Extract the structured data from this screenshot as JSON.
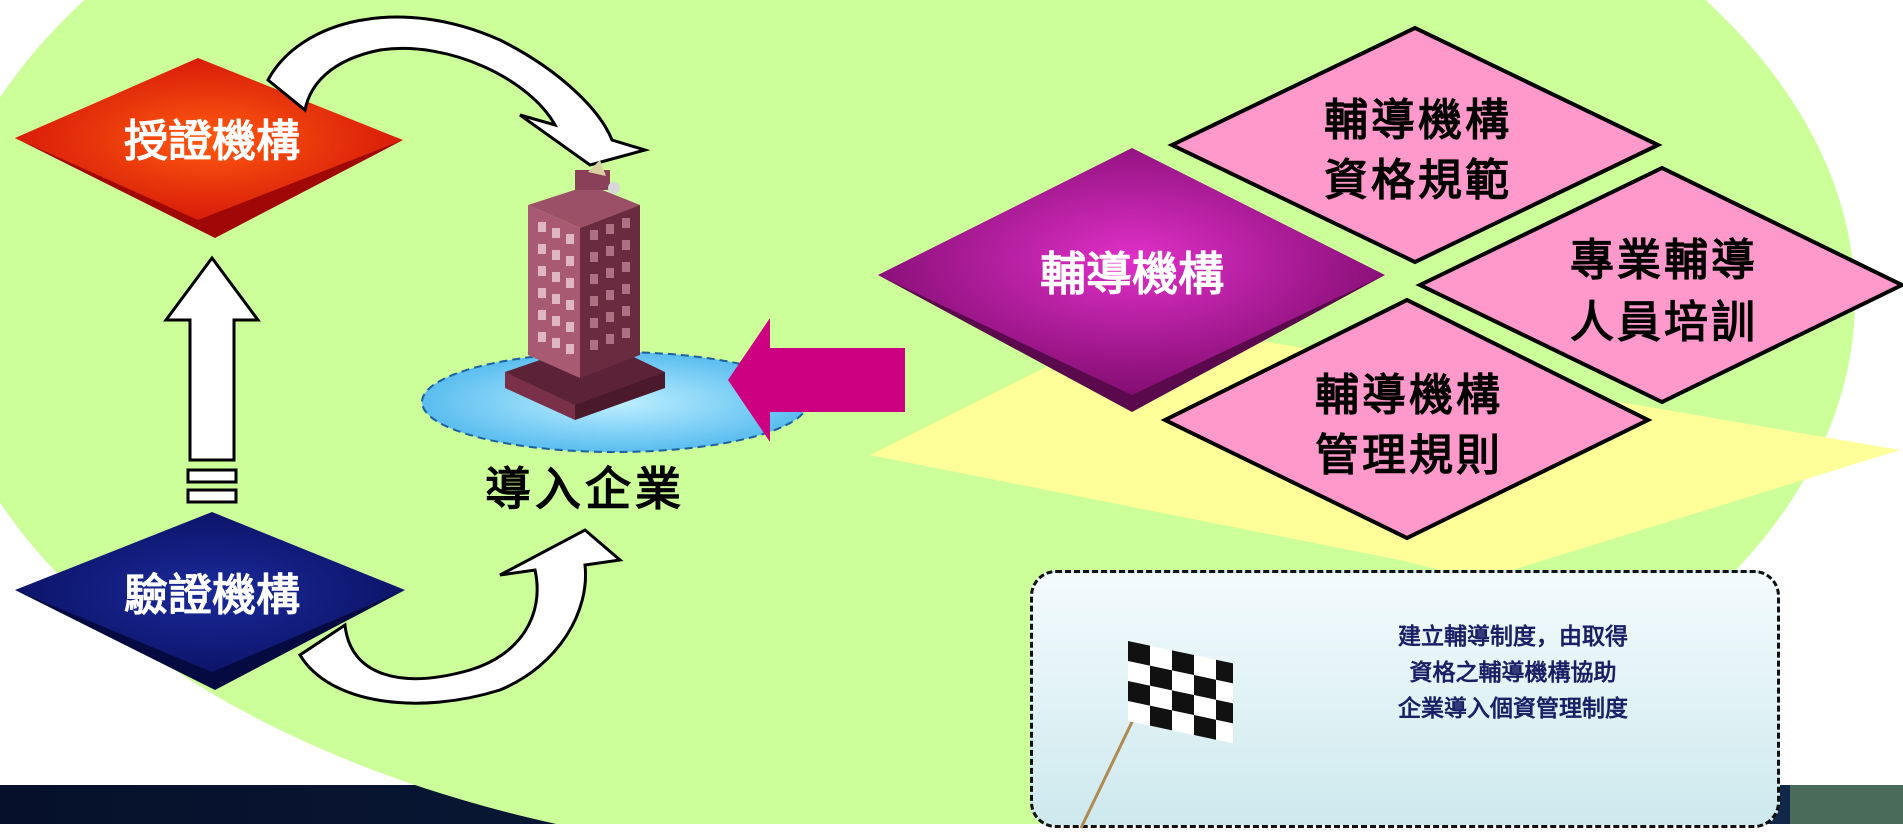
{
  "diagram": {
    "certification_body": "授證機構",
    "verification_body": "驗證機構",
    "adopting_enterprise": "導入企業",
    "consulting_body": "輔導機構",
    "consulting_qualification": [
      "輔導機構",
      "資格規範"
    ],
    "professional_training": [
      "專業輔導",
      "人員培訓"
    ],
    "consulting_management": [
      "輔導機構",
      "管理規則"
    ]
  },
  "note": {
    "lines": [
      "建立輔導制度，由取得",
      "資格之輔導機構協助",
      "企業導入個資管理制度"
    ]
  },
  "colors": {
    "background_ellipse": "#ccff99",
    "certification": "#e02010",
    "verification": "#101a80",
    "consulting": "#9a1486",
    "pink_diamond": "#ff99cc",
    "yellow_base": "#ffff99",
    "arrow_magenta": "#cc0080",
    "water": "#66ccff"
  },
  "icons": {
    "building": "office-building-icon",
    "flag": "checkered-flag-icon"
  }
}
